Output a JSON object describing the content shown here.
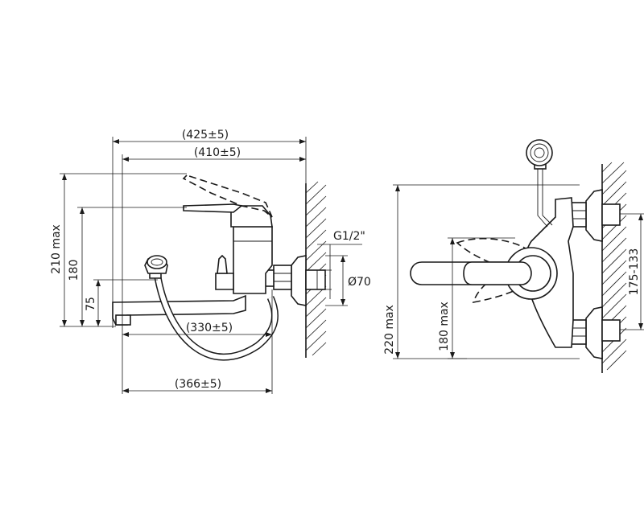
{
  "dimensions": {
    "overall_length_outer": "(425±5)",
    "overall_length_inner": "(410±5)",
    "spout_length": "(330±5)",
    "hose_span": "(366±5)",
    "height_max": "210 max",
    "lever_height": "180",
    "spout_height": "75",
    "thread_size": "G1/2\"",
    "escutcheon_diameter": "Ø70",
    "front_height_max": "220 max",
    "front_lever_max": "180 max",
    "centre_distance": "175-133"
  }
}
